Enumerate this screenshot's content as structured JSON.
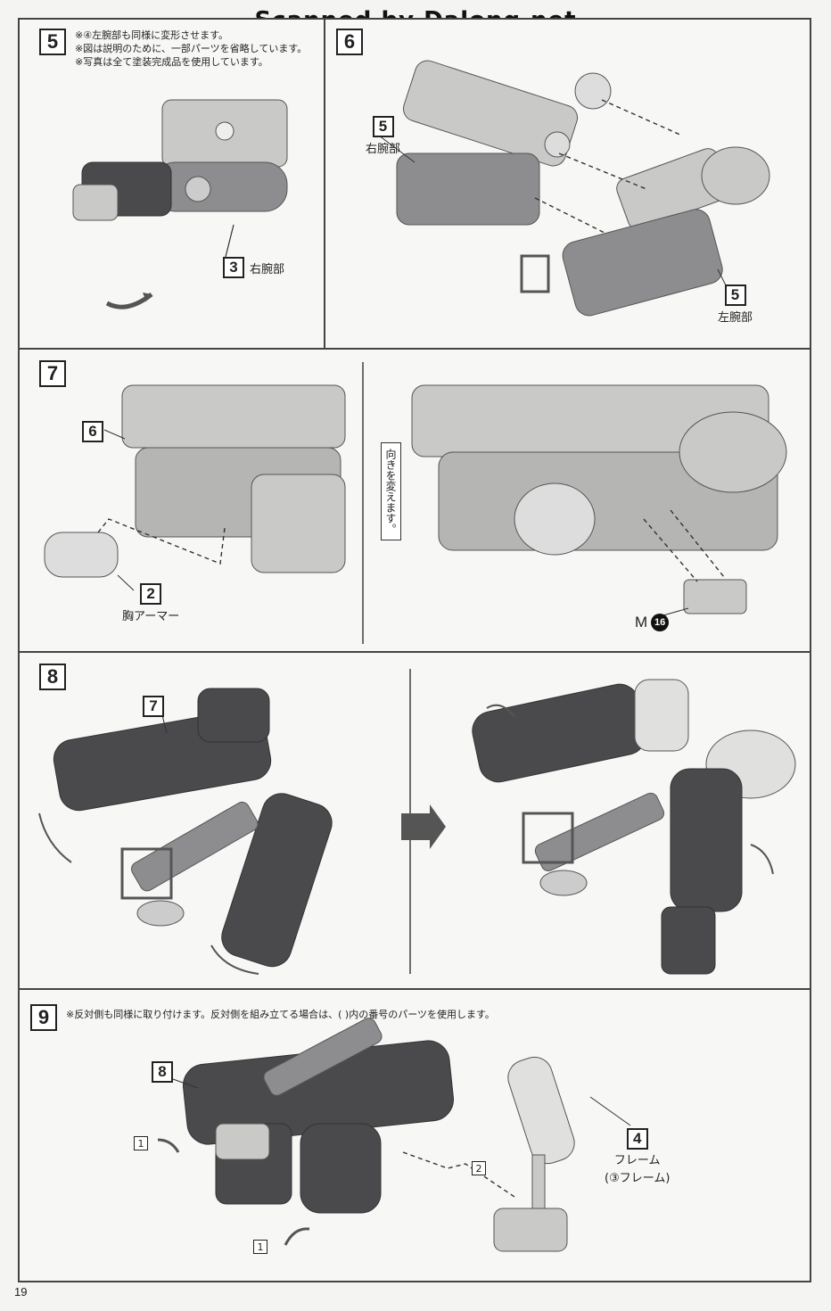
{
  "watermark": "Scanned by Dalong.net",
  "page_number": "19",
  "step5": {
    "num": "5",
    "notes": [
      "※④左腕部も同様に変形させます。",
      "※図は説明のために、一部パーツを省略しています。",
      "※写真は全て塗装完成品を使用しています。"
    ],
    "part_num": "3",
    "part_label": "右腕部"
  },
  "step6": {
    "num": "6",
    "right_num": "5",
    "right_label": "右腕部",
    "left_num": "5",
    "left_label": "左腕部"
  },
  "step7": {
    "num": "7",
    "ref_num": "6",
    "part_num": "2",
    "part_label": "胸アーマー",
    "turn_text": "向きを変えます。",
    "m_letter": "M",
    "m_num": "16"
  },
  "step8": {
    "num": "8",
    "ref_num": "7"
  },
  "step9": {
    "num": "9",
    "note": "※反対側も同様に取り付けます。反対側を組み立てる場合は、(  )内の番号のパーツを使用します。",
    "ref_num": "8",
    "marker1a": "1",
    "marker1b": "1",
    "marker2": "2",
    "part_num": "4",
    "part_label": "フレーム",
    "part_alt": "(③フレーム)"
  },
  "colors": {
    "dark_part": "#4a4a4c",
    "light_part": "#c9c9c7",
    "mid_part": "#8d8d8f",
    "frame": "#444444"
  }
}
